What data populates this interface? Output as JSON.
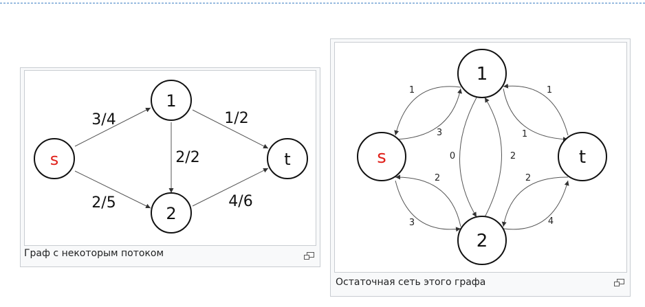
{
  "figure1": {
    "caption": "Граф с некоторым потоком",
    "nodes": {
      "s": "s",
      "n1": "1",
      "n2": "2",
      "t": "t"
    },
    "edges": {
      "s_1": "3/4",
      "s_2": "2/5",
      "1_2": "2/2",
      "1_t": "1/2",
      "2_t": "4/6"
    },
    "colors": {
      "source_label": "#e0201a"
    }
  },
  "figure2": {
    "caption": "Остаточная сеть этого графа",
    "nodes": {
      "s": "s",
      "n1": "1",
      "n2": "2",
      "t": "t"
    },
    "edges": {
      "1_s": "1",
      "s_1": "3",
      "2_s": "2",
      "s_2": "3",
      "1_t": "1",
      "t_1": "1",
      "t_2": "2",
      "2_t": "4",
      "2_1": "2",
      "1_2": "0"
    },
    "colors": {
      "source_label": "#e0201a"
    }
  },
  "icons": {
    "enlarge": "magnify-icon"
  }
}
